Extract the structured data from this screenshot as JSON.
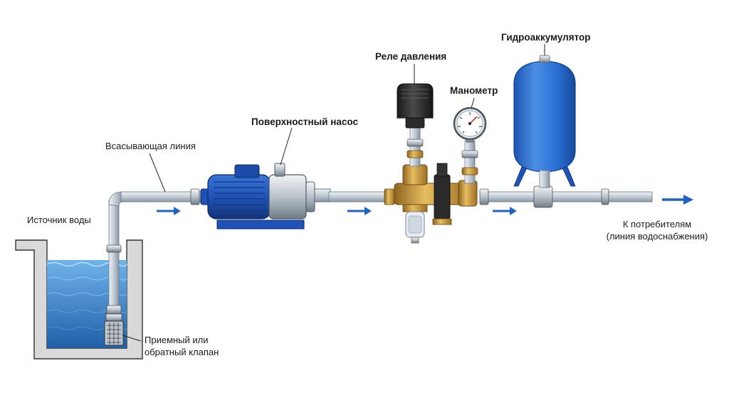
{
  "labels": {
    "water_source": "Источник воды",
    "suction_line": "Всасывающая линия",
    "surface_pump": "Поверхностный насос",
    "pressure_switch": "Реле давления",
    "manometer": "Манометр",
    "accumulator": "Гидроаккумулятор",
    "valve_line1": "Приемный или",
    "valve_line2": "обратный клапан",
    "consumers_line1": "К потребителям",
    "consumers_line2": "(линия водоснабжения)"
  },
  "colors": {
    "water": "#3d8fd6",
    "water_dark": "#1f5fa8",
    "motor_blue": "#1f52b8",
    "tank_blue": "#2a6fd4",
    "pipe": "#c9d3dc",
    "pipe_edge": "#7d8a96",
    "brass": "#c99a3a",
    "flow_arrow": "#1e63c4"
  },
  "icons": [
    "flow-arrow-icon",
    "gauge-icon"
  ]
}
